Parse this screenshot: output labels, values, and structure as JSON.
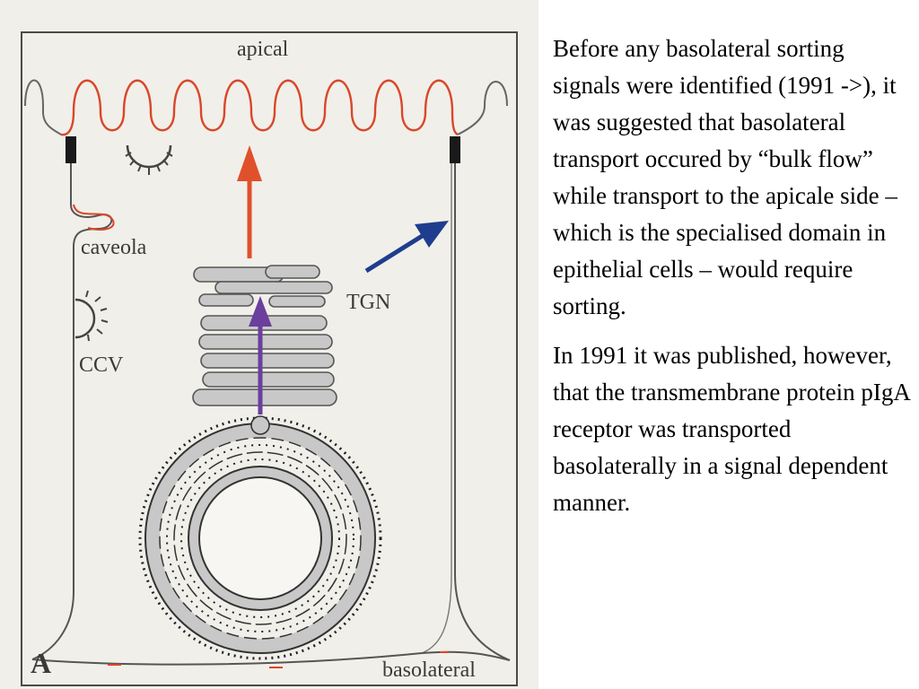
{
  "diagram": {
    "panel_letter": "A",
    "labels": {
      "apical": "apical",
      "basolateral": "basolateral",
      "caveola": "caveola",
      "ccv": "CCV",
      "tgn": "TGN"
    },
    "colors": {
      "apical_membrane": "#d9472b",
      "basolateral_arrow": "#1f3d8f",
      "apical_arrow": "#e0502b",
      "golgi_arrow": "#6a3f9e",
      "membrane": "#555555",
      "organelle_fill": "#c8c8c8",
      "background": "#f1efe9"
    }
  },
  "text": {
    "paragraph_1": "Before any basolateral sorting signals were identified (1991 ->), it was suggested that basolateral transport occured by “bulk flow” while transport to the apicale side – which is the specialised domain in epithelial cells – would require sorting.",
    "paragraph_2": "In 1991 it was published, however, that the transmembrane protein pIgA receptor was transported basolaterally in a signal dependent manner."
  }
}
